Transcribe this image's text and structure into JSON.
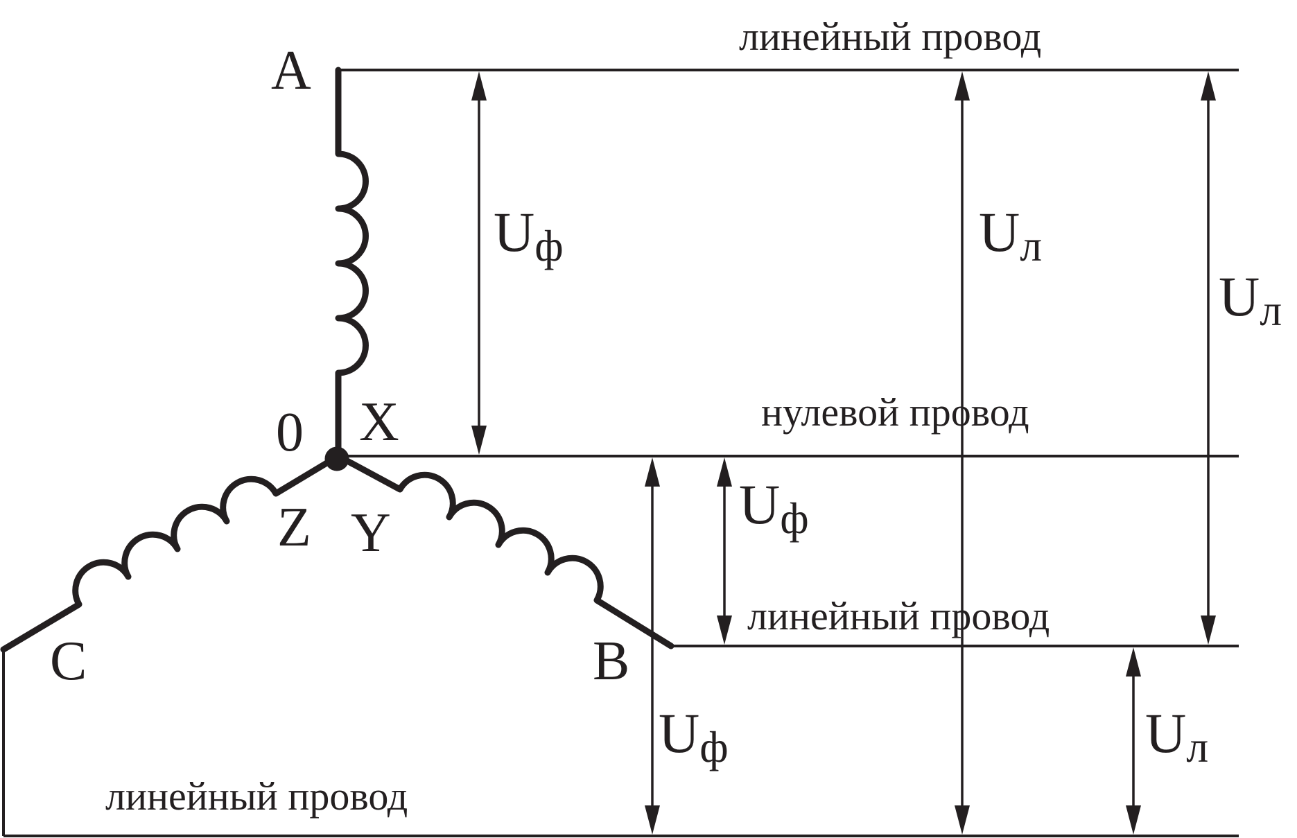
{
  "colors": {
    "ink": "#231f20",
    "background": "#ffffff"
  },
  "wires": {
    "line_top": "линейный провод",
    "neutral": "нулевой провод",
    "line_middle": "линейный провод",
    "line_bottom": "линейный провод"
  },
  "terminals": {
    "a": "A",
    "b": "B",
    "c": "C",
    "x": "X",
    "y": "Y",
    "z": "Z",
    "zero": "0"
  },
  "voltages": {
    "phase_symbol": "U",
    "phase_subscript": "ф",
    "line_symbol": "U",
    "line_subscript": "л"
  }
}
